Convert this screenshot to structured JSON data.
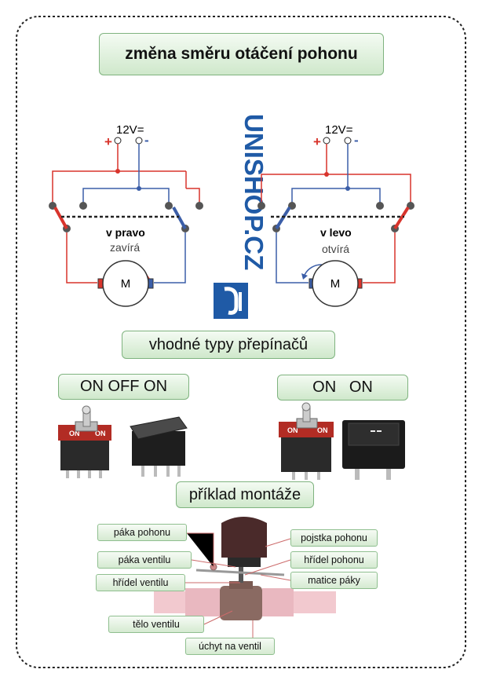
{
  "title": "změna směru otáčení pohonu",
  "brand": "UNISHOP.CZ",
  "left_circuit": {
    "supply": "12V=",
    "plus": "+",
    "minus": "-",
    "direction": "v pravo",
    "action": "zavírá",
    "motor": "M"
  },
  "right_circuit": {
    "supply": "12V=",
    "plus": "+",
    "minus": "-",
    "direction": "v levo",
    "action": "otvírá",
    "motor": "M"
  },
  "switch_types_heading": "vhodné typy přepínačů",
  "switch_left_label": "ON OFF ON",
  "switch_right_label": "ON   ON",
  "toggle_text_on": "ON",
  "mounting_heading": "příklad montáže",
  "parts": {
    "paka_pohonu": "páka pohonu",
    "paka_ventilu": "páka ventilu",
    "hridel_ventilu": "hřídel ventilu",
    "telo_ventilu": "tělo ventilu",
    "uchyt": "úchyt na ventil",
    "pojistka": "pojstka pohonu",
    "hridel_pohonu": "hřídel pohonu",
    "matice": "matice páky"
  },
  "colors": {
    "red": "#d8342c",
    "blue": "#3b5ea8",
    "brand_blue": "#1f5aa6",
    "green_box": "#cfe8cb"
  }
}
